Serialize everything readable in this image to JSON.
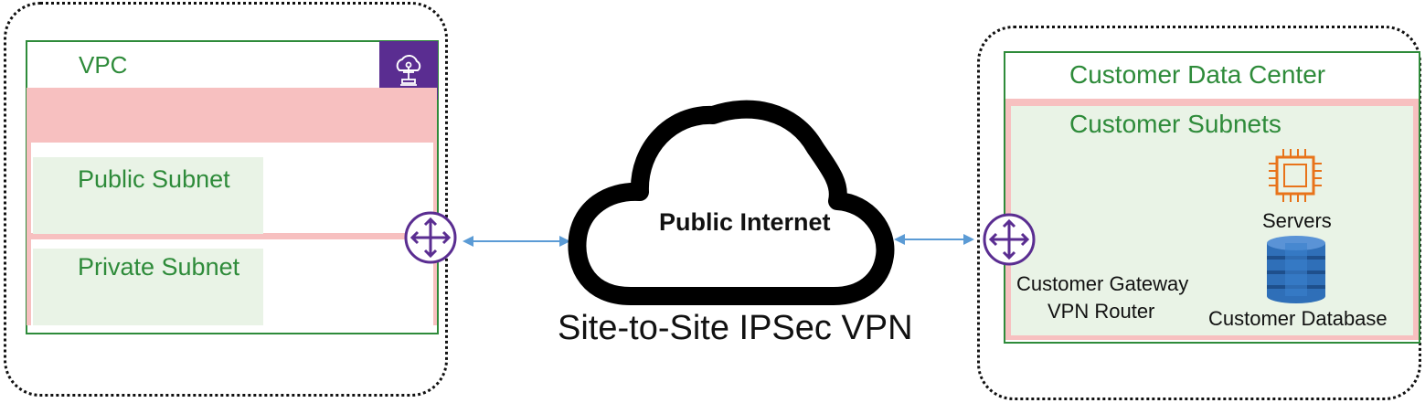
{
  "vpc_side": {
    "vpc_label": "VPC",
    "public_subnet_label": "Public Subnet",
    "private_subnet_label": "Private Subnet",
    "icon": "vpc-icon"
  },
  "center": {
    "cloud_label": "Public Internet",
    "caption": "Site-to-Site IPSec VPN"
  },
  "customer_side": {
    "datacenter_label": "Customer Data Center",
    "subnets_label": "Customer Subnets",
    "servers_label": "Servers",
    "database_label": "Customer Database",
    "gateway_label_line1": "Customer Gateway",
    "gateway_label_line2": "VPN Router"
  },
  "colors": {
    "green": "#2e8b3a",
    "pink": "#f7c0c0",
    "subnet_bg": "#e9f3e6",
    "purple": "#5a2d91",
    "arrow_blue": "#5b9bd5",
    "server_orange": "#e8731a",
    "db_blue": "#2f6fb8"
  }
}
